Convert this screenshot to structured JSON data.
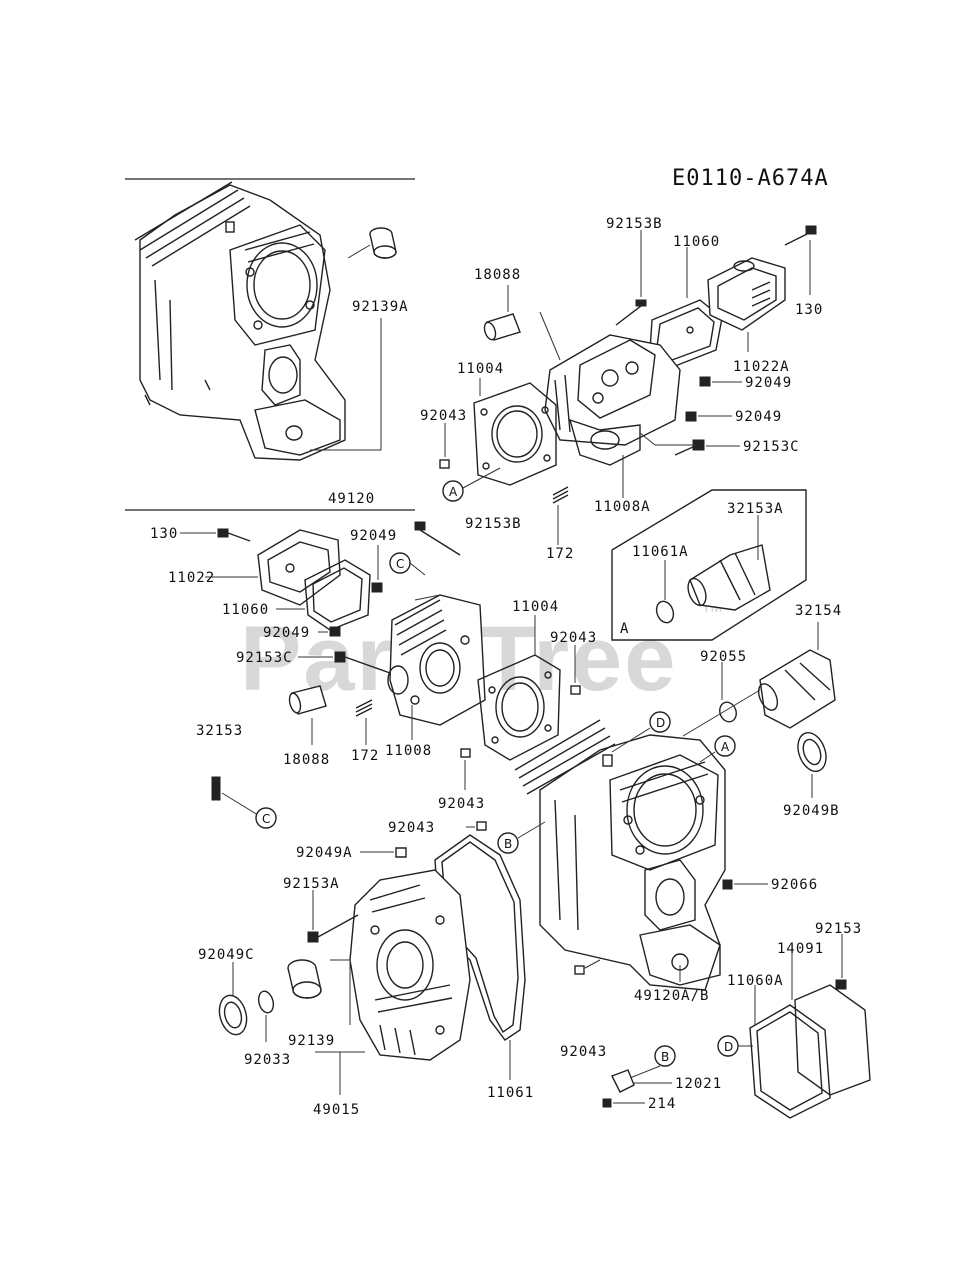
{
  "diagram_code": "E0110-A674A",
  "watermark": {
    "text": "PartsTree",
    "trademark": "TM"
  },
  "section_headers": [
    "49120"
  ],
  "callout_letters": [
    "A",
    "B",
    "C",
    "D"
  ],
  "part_labels": [
    "92139A",
    "18088",
    "92153B",
    "11060",
    "130",
    "11022A",
    "11004",
    "92049",
    "92043",
    "92049",
    "92153C",
    "11008A",
    "92153B",
    "172",
    "32153A",
    "11061A",
    "A",
    "130",
    "92049",
    "11022",
    "11060",
    "92049",
    "92153C",
    "32153",
    "18088",
    "172",
    "11008",
    "11004",
    "92043",
    "92043",
    "32154",
    "92055",
    "92049B",
    "92043",
    "92049A",
    "92066",
    "92153A",
    "92049C",
    "92139",
    "92033",
    "49015",
    "11061",
    "92153",
    "14091",
    "11060A",
    "49120A/B",
    "92043",
    "12021",
    "214"
  ]
}
